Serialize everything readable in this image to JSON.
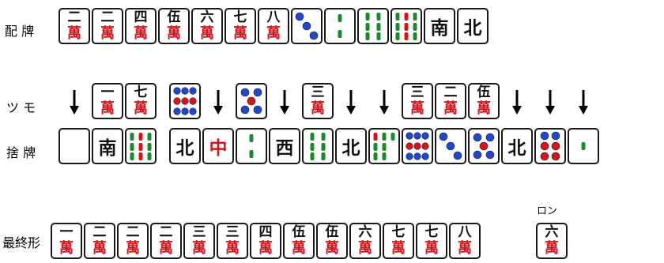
{
  "labels": {
    "haipai": "配 牌",
    "tsumo": "ツ モ",
    "sutehai": "捨 牌",
    "final": "最終形",
    "ron": "ロン"
  },
  "colors": {
    "man_red": "#d8141b",
    "pin_blue": "#2048c8",
    "sou_green": "#1a8a2a",
    "dragon_red": "#d8141b"
  },
  "rows": {
    "haipai": [
      {
        "kind": "man",
        "top": "二",
        "bottom": "萬"
      },
      {
        "kind": "man",
        "top": "二",
        "bottom": "萬"
      },
      {
        "kind": "man",
        "top": "四",
        "bottom": "萬"
      },
      {
        "kind": "man",
        "top": "伍",
        "bottom": "萬"
      },
      {
        "kind": "man",
        "top": "六",
        "bottom": "萬"
      },
      {
        "kind": "man",
        "top": "七",
        "bottom": "萬"
      },
      {
        "kind": "man",
        "top": "八",
        "bottom": "萬"
      },
      {
        "kind": "pin",
        "n": 3
      },
      {
        "kind": "sou",
        "n": 2
      },
      {
        "kind": "sou",
        "n": 6
      },
      {
        "kind": "sou",
        "n": 9
      },
      {
        "kind": "honor",
        "text": "南"
      },
      {
        "kind": "honor",
        "text": "北"
      }
    ],
    "tsumo": [
      {
        "kind": "arrow"
      },
      {
        "kind": "man",
        "top": "一",
        "bottom": "萬"
      },
      {
        "kind": "man",
        "top": "七",
        "bottom": "萬"
      },
      {
        "kind": "gap"
      },
      {
        "kind": "pin",
        "n": 9
      },
      {
        "kind": "arrow"
      },
      {
        "kind": "pin",
        "n": 5
      },
      {
        "kind": "arrow"
      },
      {
        "kind": "man",
        "top": "三",
        "bottom": "萬"
      },
      {
        "kind": "arrow"
      },
      {
        "kind": "arrow"
      },
      {
        "kind": "man",
        "top": "三",
        "bottom": "萬"
      },
      {
        "kind": "man",
        "top": "二",
        "bottom": "萬"
      },
      {
        "kind": "man",
        "top": "伍",
        "bottom": "萬"
      },
      {
        "kind": "arrow"
      },
      {
        "kind": "arrow"
      },
      {
        "kind": "arrow"
      }
    ],
    "sutehai": [
      {
        "kind": "blank"
      },
      {
        "kind": "honor",
        "text": "南"
      },
      {
        "kind": "sou",
        "n": 9
      },
      {
        "kind": "gap"
      },
      {
        "kind": "honor",
        "text": "北"
      },
      {
        "kind": "honor",
        "text": "中",
        "red": true
      },
      {
        "kind": "sou",
        "n": 2
      },
      {
        "kind": "honor",
        "text": "西"
      },
      {
        "kind": "sou",
        "n": 6
      },
      {
        "kind": "honor",
        "text": "北"
      },
      {
        "kind": "sou",
        "n": 7
      },
      {
        "kind": "pin",
        "n": 9
      },
      {
        "kind": "pin",
        "n": 3
      },
      {
        "kind": "pin",
        "n": 5
      },
      {
        "kind": "honor",
        "text": "北"
      },
      {
        "kind": "pin",
        "n": 6
      },
      {
        "kind": "sou",
        "n": 1
      }
    ],
    "final": [
      {
        "kind": "man",
        "top": "一",
        "bottom": "萬"
      },
      {
        "kind": "man",
        "top": "二",
        "bottom": "萬"
      },
      {
        "kind": "man",
        "top": "二",
        "bottom": "萬"
      },
      {
        "kind": "man",
        "top": "二",
        "bottom": "萬"
      },
      {
        "kind": "man",
        "top": "三",
        "bottom": "萬"
      },
      {
        "kind": "man",
        "top": "三",
        "bottom": "萬"
      },
      {
        "kind": "man",
        "top": "四",
        "bottom": "萬"
      },
      {
        "kind": "man",
        "top": "伍",
        "bottom": "萬"
      },
      {
        "kind": "man",
        "top": "伍",
        "bottom": "萬"
      },
      {
        "kind": "man",
        "top": "六",
        "bottom": "萬"
      },
      {
        "kind": "man",
        "top": "七",
        "bottom": "萬"
      },
      {
        "kind": "man",
        "top": "七",
        "bottom": "萬"
      },
      {
        "kind": "man",
        "top": "八",
        "bottom": "萬"
      }
    ],
    "winning_tile": {
      "kind": "man",
      "top": "六",
      "bottom": "萬"
    }
  }
}
